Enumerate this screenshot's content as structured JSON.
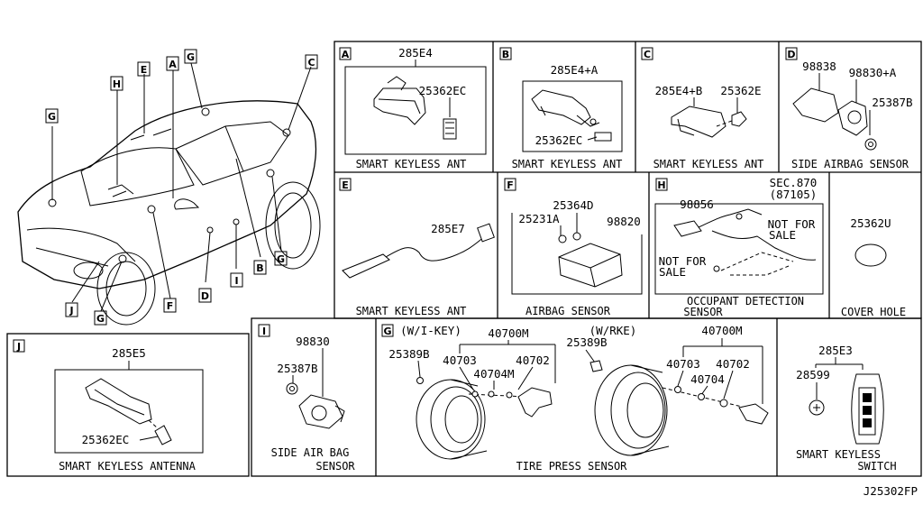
{
  "sections": {
    "A": {
      "letter": "A",
      "parts": [
        "285E4",
        "25362EC"
      ],
      "caption": "SMART KEYLESS ANT"
    },
    "B": {
      "letter": "B",
      "parts": [
        "285E4+A",
        "25362EC"
      ],
      "caption": "SMART KEYLESS ANT"
    },
    "C": {
      "letter": "C",
      "parts": [
        "285E4+B",
        "25362E"
      ],
      "caption": "SMART KEYLESS ANT"
    },
    "D": {
      "letter": "D",
      "parts": [
        "98838",
        "98830+A",
        "25387B"
      ],
      "caption": "SIDE AIRBAG SENSOR"
    },
    "E": {
      "letter": "E",
      "parts": [
        "285E7"
      ],
      "caption": "SMART KEYLESS ANT"
    },
    "F": {
      "letter": "F",
      "parts": [
        "25364D",
        "25231A",
        "98820"
      ],
      "caption": "AIRBAG SENSOR"
    },
    "H": {
      "letter": "H",
      "parts": [
        "98856",
        "SEC.870",
        "(87105)"
      ],
      "notes": [
        "NOT FOR",
        "SALE",
        "NOT FOR",
        "SALE"
      ],
      "caption": [
        "OCCUPANT DETECTION",
        "SENSOR"
      ]
    },
    "U": {
      "parts": [
        "25362U"
      ],
      "caption": "COVER HOLE"
    },
    "J": {
      "letter": "J",
      "parts": [
        "285E5",
        "25362EC"
      ],
      "caption": "SMART KEYLESS ANTENNA"
    },
    "I": {
      "letter": "I",
      "parts": [
        "98830",
        "25387B"
      ],
      "caption": [
        "SIDE AIR BAG",
        "SENSOR"
      ]
    },
    "G": {
      "letter": "G",
      "variant1": "(W/I-KEY)",
      "variant2": "(W/RKE)",
      "parts1": [
        "25389B",
        "40700M",
        "40703",
        "40704M",
        "40702"
      ],
      "parts2": [
        "25389B",
        "40700M",
        "40703",
        "40704",
        "40702"
      ],
      "caption": "TIRE PRESS SENSOR"
    },
    "K": {
      "parts": [
        "285E3",
        "28599"
      ],
      "caption": [
        "SMART KEYLESS",
        "SWITCH"
      ]
    }
  },
  "car_callouts": [
    "A",
    "B",
    "C",
    "D",
    "E",
    "F",
    "G",
    "G",
    "G",
    "G",
    "H",
    "I",
    "J"
  ],
  "diagram_id": "J25302FP"
}
